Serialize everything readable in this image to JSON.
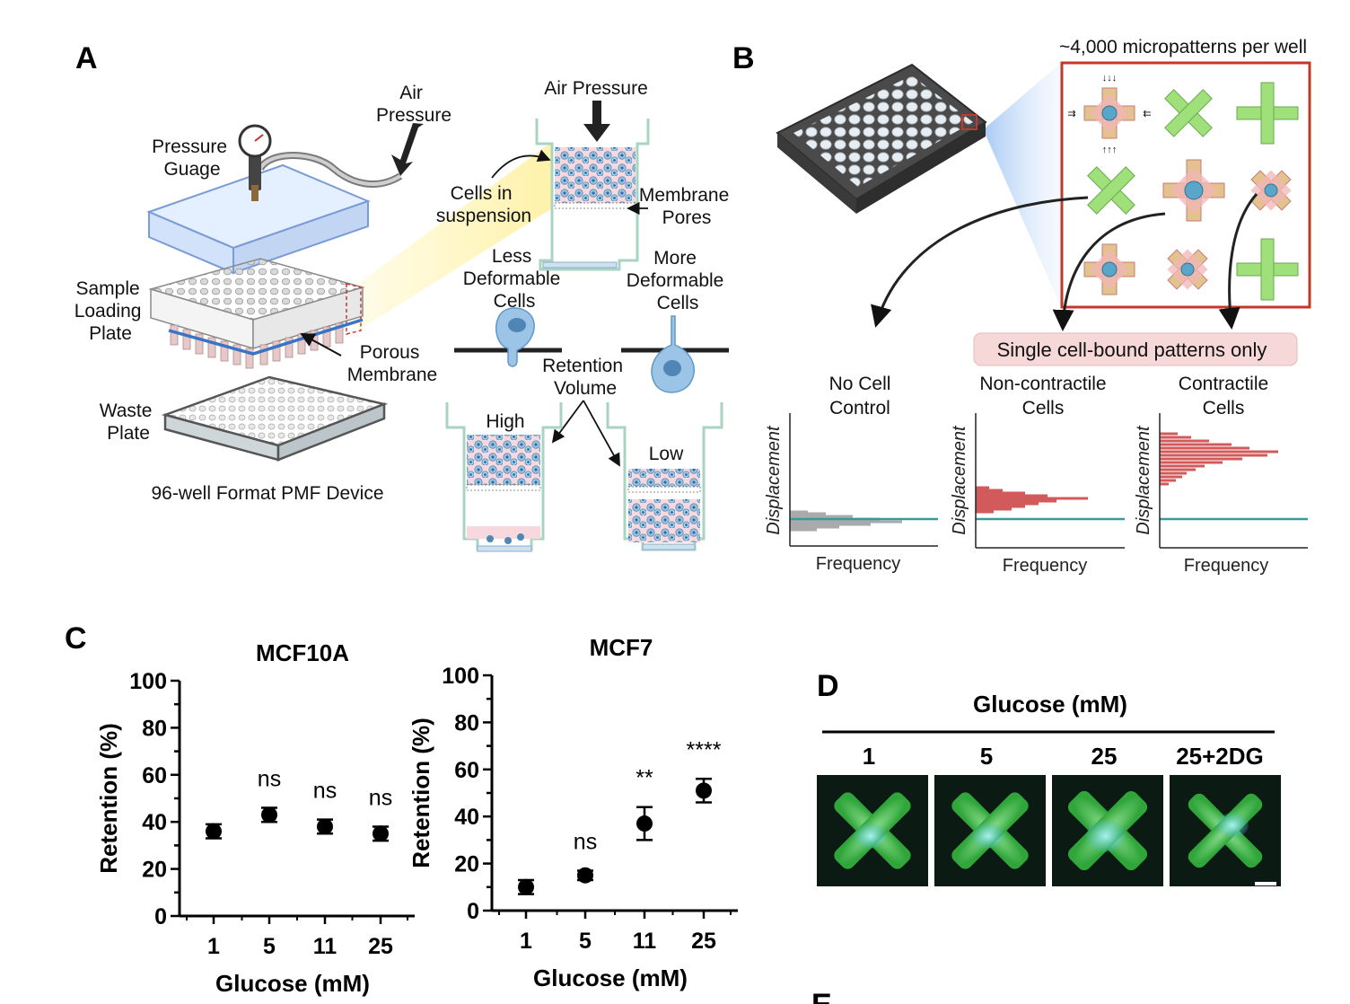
{
  "panels": {
    "a": "A",
    "b": "B",
    "c": "C",
    "d": "D",
    "e": "E"
  },
  "panel_a": {
    "air_pressure_left": [
      "Air",
      "Pressure"
    ],
    "pressure_gauge": [
      "Pressure",
      "Guage"
    ],
    "sample_loading_plate": [
      "Sample",
      "Loading",
      "Plate"
    ],
    "porous_membrane": [
      "Porous",
      "Membrane"
    ],
    "waste_plate": [
      "Waste",
      "Plate"
    ],
    "device_caption": "96-well Format PMF Device",
    "air_pressure_top": "Air Pressure",
    "cells_in_suspension": [
      "Cells in",
      "suspension"
    ],
    "membrane_pores": [
      "Membrane",
      "Pores"
    ],
    "less_deformable": [
      "Less",
      "Deformable",
      "Cells"
    ],
    "more_deformable": [
      "More",
      "Deformable",
      "Cells"
    ],
    "retention_volume": [
      "Retention",
      "Volume"
    ],
    "high": "High",
    "low": "Low"
  },
  "panel_b": {
    "micropatterns": "~4,000 micropatterns per well",
    "single_cell": "Single cell-bound patterns only",
    "hist_titles": [
      [
        "No Cell",
        "Control"
      ],
      [
        "Non-contractile",
        "Cells"
      ],
      [
        "Contractile",
        "Cells"
      ]
    ],
    "y_axis": "Displacement",
    "x_axis": "Frequency"
  },
  "panel_d": {
    "header": "Glucose (mM)",
    "conditions": [
      "1",
      "5",
      "25",
      "25+2DG"
    ]
  },
  "colors": {
    "accent_red": "#c0392b",
    "pattern_green": "#9fe07a",
    "cell_blue": "#5aa6c9",
    "hist_gray": "#aaaaaa",
    "hist_red": "#d35a5a",
    "baseline_teal": "#3a9a9a",
    "pill_bg": "#f6d8d8",
    "gfp_green": "#3cb83c"
  },
  "chart_data": [
    {
      "type": "scatter",
      "title": "MCF10A",
      "xlabel": "Glucose (mM)",
      "ylabel": "Retention (%)",
      "categories": [
        "1",
        "5",
        "11",
        "25"
      ],
      "values": [
        36,
        43,
        38,
        35
      ],
      "errors": [
        3,
        3,
        3,
        3
      ],
      "annotations": [
        "",
        "ns",
        "ns",
        "ns"
      ],
      "ylim": [
        0,
        100
      ],
      "yticks": [
        "0",
        "20",
        "40",
        "60",
        "80",
        "100"
      ],
      "grid": false
    },
    {
      "type": "scatter",
      "title": "MCF7",
      "xlabel": "Glucose (mM)",
      "ylabel": "Retention (%)",
      "categories": [
        "1",
        "5",
        "11",
        "25"
      ],
      "values": [
        10,
        15,
        37,
        51
      ],
      "errors": [
        3,
        2,
        7,
        5
      ],
      "annotations": [
        "",
        "ns",
        "**",
        "****"
      ],
      "ylim": [
        0,
        100
      ],
      "yticks": [
        "0",
        "20",
        "40",
        "60",
        "80",
        "100"
      ],
      "grid": false
    }
  ]
}
